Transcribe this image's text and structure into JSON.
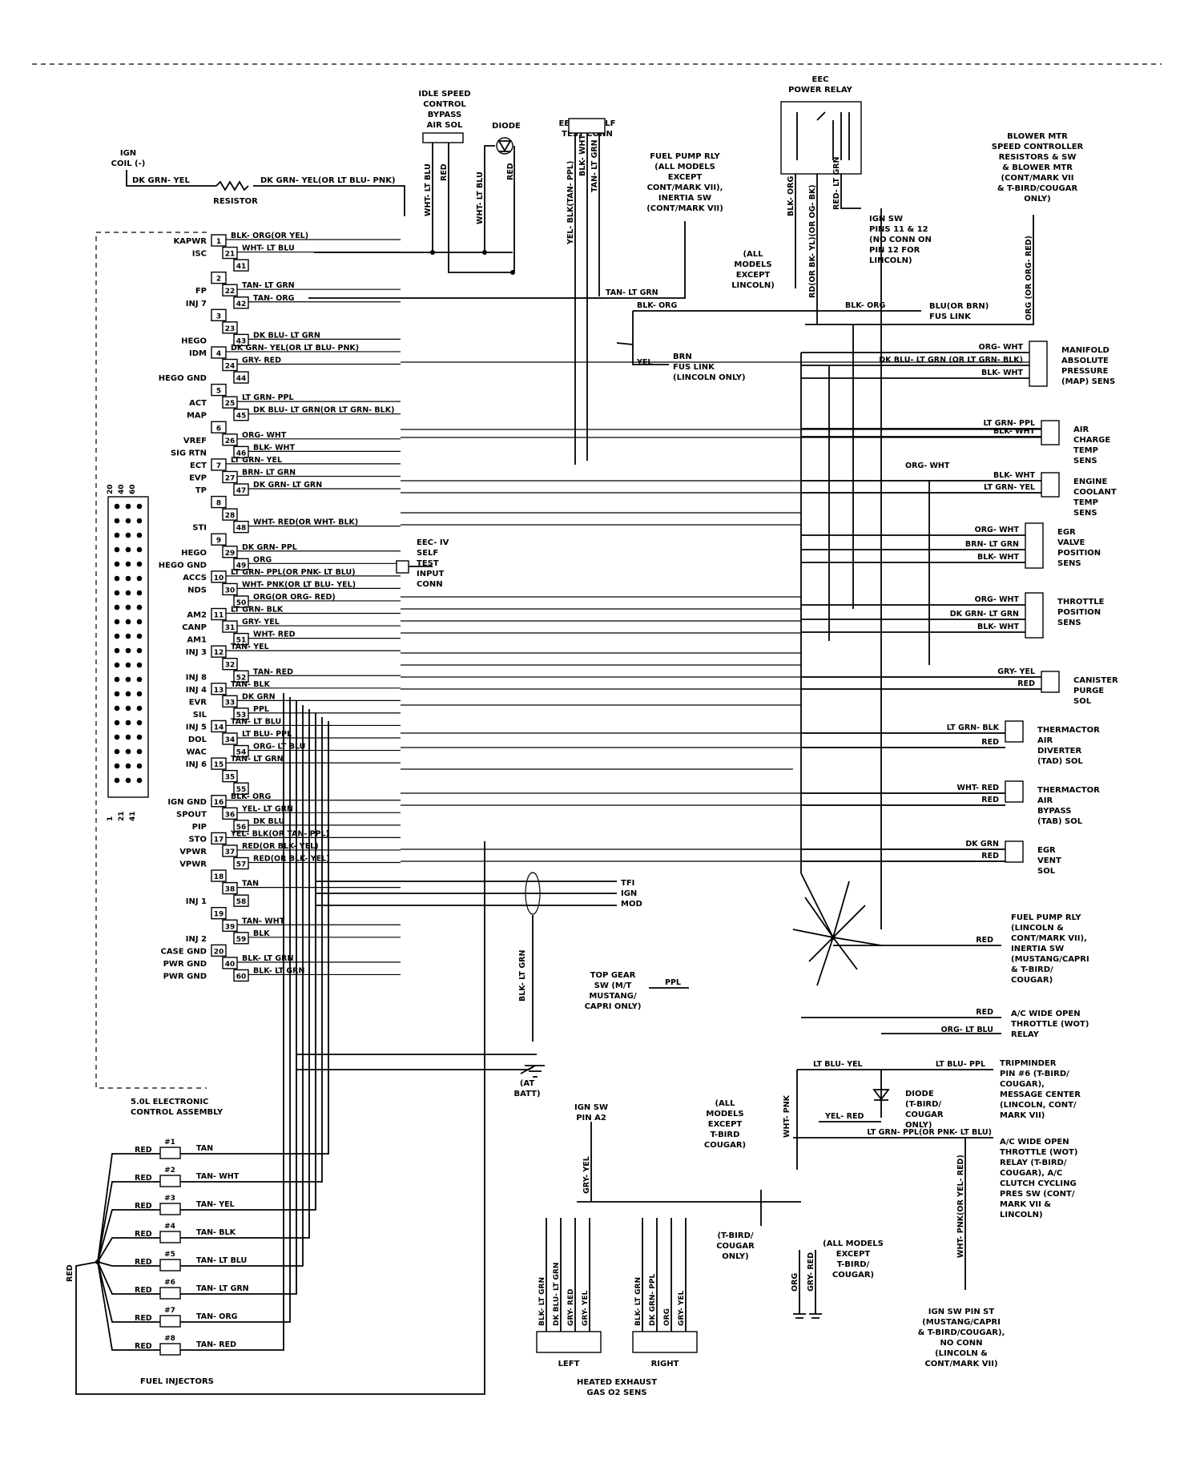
{
  "ecu": {
    "title": [
      "5.0L ELECTRONIC",
      "CONTROL ASSEMBLY"
    ],
    "pins": [
      {
        "label": "KAPWR",
        "pin": "1",
        "wire": "BLK- ORG(OR YEL)"
      },
      {
        "label": "ISC",
        "pin": "21",
        "wire": "WHT- LT BLU"
      },
      {
        "label": "",
        "pin": "41",
        "wire": ""
      },
      {
        "label": "",
        "pin": "2",
        "wire": ""
      },
      {
        "label": "FP",
        "pin": "22",
        "wire": "TAN- LT GRN"
      },
      {
        "label": "INJ 7",
        "pin": "42",
        "wire": "TAN- ORG"
      },
      {
        "label": "",
        "pin": "3",
        "wire": ""
      },
      {
        "label": "",
        "pin": "23",
        "wire": ""
      },
      {
        "label": "HEGO",
        "pin": "43",
        "wire": "DK BLU- LT GRN"
      },
      {
        "label": "IDM",
        "pin": "4",
        "wire": "DK GRN- YEL(OR LT BLU- PNK)"
      },
      {
        "label": "",
        "pin": "24",
        "wire": "GRY- RED"
      },
      {
        "label": "HEGO GND",
        "pin": "44",
        "wire": ""
      },
      {
        "label": "",
        "pin": "5",
        "wire": ""
      },
      {
        "label": "ACT",
        "pin": "25",
        "wire": "LT GRN- PPL"
      },
      {
        "label": "MAP",
        "pin": "45",
        "wire": "DK BLU- LT GRN(OR LT GRN- BLK)"
      },
      {
        "label": "",
        "pin": "6",
        "wire": ""
      },
      {
        "label": "VREF",
        "pin": "26",
        "wire": "ORG- WHT"
      },
      {
        "label": "SIG RTN",
        "pin": "46",
        "wire": "BLK- WHT"
      },
      {
        "label": "ECT",
        "pin": "7",
        "wire": "LT GRN- YEL"
      },
      {
        "label": "EVP",
        "pin": "27",
        "wire": "BRN- LT GRN"
      },
      {
        "label": "TP",
        "pin": "47",
        "wire": "DK GRN- LT GRN"
      },
      {
        "label": "",
        "pin": "8",
        "wire": ""
      },
      {
        "label": "",
        "pin": "28",
        "wire": ""
      },
      {
        "label": "STI",
        "pin": "48",
        "wire": "WHT- RED(OR WHT- BLK)"
      },
      {
        "label": "",
        "pin": "9",
        "wire": ""
      },
      {
        "label": "HEGO",
        "pin": "29",
        "wire": "DK GRN- PPL"
      },
      {
        "label": "HEGO GND",
        "pin": "49",
        "wire": "ORG"
      },
      {
        "label": "ACCS",
        "pin": "10",
        "wire": "LT GRN- PPL(OR PNK- LT BLU)"
      },
      {
        "label": "NDS",
        "pin": "30",
        "wire": "WHT- PNK(OR LT BLU- YEL)"
      },
      {
        "label": "",
        "pin": "50",
        "wire": "ORG(OR ORG- RED)"
      },
      {
        "label": "AM2",
        "pin": "11",
        "wire": "LT GRN- BLK"
      },
      {
        "label": "CANP",
        "pin": "31",
        "wire": "GRY- YEL"
      },
      {
        "label": "AM1",
        "pin": "51",
        "wire": "WHT- RED"
      },
      {
        "label": "INJ 3",
        "pin": "12",
        "wire": "TAN- YEL"
      },
      {
        "label": "",
        "pin": "32",
        "wire": ""
      },
      {
        "label": "INJ 8",
        "pin": "52",
        "wire": "TAN- RED"
      },
      {
        "label": "INJ 4",
        "pin": "13",
        "wire": "TAN- BLK"
      },
      {
        "label": "EVR",
        "pin": "33",
        "wire": "DK GRN"
      },
      {
        "label": "SIL",
        "pin": "53",
        "wire": "PPL"
      },
      {
        "label": "INJ 5",
        "pin": "14",
        "wire": "TAN- LT BLU"
      },
      {
        "label": "DOL",
        "pin": "34",
        "wire": "LT BLU- PPL"
      },
      {
        "label": "WAC",
        "pin": "54",
        "wire": "ORG- LT BLU"
      },
      {
        "label": "INJ 6",
        "pin": "15",
        "wire": "TAN- LT GRN"
      },
      {
        "label": "",
        "pin": "35",
        "wire": ""
      },
      {
        "label": "",
        "pin": "55",
        "wire": ""
      },
      {
        "label": "IGN GND",
        "pin": "16",
        "wire": "BLK- ORG"
      },
      {
        "label": "SPOUT",
        "pin": "36",
        "wire": "YEL- LT GRN"
      },
      {
        "label": "PIP",
        "pin": "56",
        "wire": "DK BLU"
      },
      {
        "label": "STO",
        "pin": "17",
        "wire": "YEL- BLK(OR TAN- PPL)"
      },
      {
        "label": "VPWR",
        "pin": "37",
        "wire": "RED(OR BLK- YEL)"
      },
      {
        "label": "VPWR",
        "pin": "57",
        "wire": "RED(OR BLK- YEL)"
      },
      {
        "label": "",
        "pin": "18",
        "wire": ""
      },
      {
        "label": "",
        "pin": "38",
        "wire": "TAN"
      },
      {
        "label": "INJ 1",
        "pin": "58",
        "wire": ""
      },
      {
        "label": "",
        "pin": "19",
        "wire": ""
      },
      {
        "label": "",
        "pin": "39",
        "wire": "TAN- WHT"
      },
      {
        "label": "INJ 2",
        "pin": "59",
        "wire": "BLK"
      },
      {
        "label": "CASE GND",
        "pin": "20",
        "wire": ""
      },
      {
        "label": "PWR GND",
        "pin": "40",
        "wire": "BLK- LT GRN"
      },
      {
        "label": "PWR GND",
        "pin": "60",
        "wire": "BLK- LT GRN"
      }
    ],
    "connector_numbers": [
      "20",
      "40",
      "60",
      "1",
      "21",
      "41"
    ]
  },
  "top": {
    "ign_coil": [
      "IGN",
      "COIL (-)"
    ],
    "coil_wire": "DK GRN- YEL",
    "resistor_wire": "DK GRN- YEL(OR LT BLU- PNK)",
    "resistor": "RESISTOR",
    "isc_sol": [
      "IDLE SPEED",
      "CONTROL",
      "BYPASS",
      "AIR SOL"
    ],
    "isc_wires": [
      "WHT- LT BLU",
      "RED"
    ],
    "diode": "DIODE",
    "diode_wires": [
      "WHT- LT BLU",
      "RED"
    ],
    "self_test": [
      "EEC- IV SELF",
      "TEST CONN"
    ],
    "self_test_wires": [
      "YEL- BLK(TAN- PPL)",
      "BLK- WHT",
      "TAN- LT GRN"
    ],
    "fuel_pump_rly": [
      "FUEL PUMP RLY",
      "(ALL MODELS",
      "EXCEPT",
      "CONT/MARK VII),",
      "INERTIA SW",
      "(CONT/MARK VII)"
    ],
    "eec_relay": [
      "EEC",
      "POWER RELAY"
    ],
    "eec_relay_wires": [
      "BLK- ORG",
      "RD(OR BK- YL)(OR OG- BK)",
      "RED- LT GRN"
    ],
    "ign_sw_11_12": [
      "IGN SW",
      "PINS 11 & 12",
      "(NO CONN ON",
      "PIN 12 FOR",
      "LINCOLN)"
    ],
    "all_models_exc_lincoln": [
      "(ALL",
      "MODELS",
      "EXCEPT",
      "LINCOLN)"
    ],
    "blower": [
      "BLOWER MTR",
      "SPEED CONTROLLER",
      "RESISTORS & SW",
      "& BLOWER MTR",
      "(CONT/MARK VII",
      "& T-BIRD/COUGAR",
      "ONLY)"
    ],
    "blower_wire": "ORG (OR ORG- RED)",
    "fp_wire": "TAN- LT GRN",
    "blk_org": "BLK- ORG",
    "blk_org2": "BLK- ORG",
    "fus_link": [
      "BLU(OR BRN)",
      "FUS LINK"
    ],
    "yel": "YEL",
    "brn_fus": [
      "BRN",
      "FUS LINK",
      "(LINCOLN ONLY)"
    ]
  },
  "right": {
    "map": {
      "label": [
        "MANIFOLD",
        "ABSOLUTE",
        "PRESSURE",
        "(MAP) SENS"
      ],
      "wires": [
        "ORG- WHT",
        "DK BLU- LT GRN (OR LT GRN- BLK)",
        "BLK- WHT"
      ]
    },
    "act": {
      "label": [
        "AIR",
        "CHARGE",
        "TEMP",
        "SENS"
      ],
      "wires": [
        "LT GRN- PPL",
        "BLK- WHT"
      ]
    },
    "ect": {
      "label": [
        "ENGINE",
        "COOLANT",
        "TEMP",
        "SENS"
      ],
      "wires": [
        "BLK- WHT",
        "LT GRN- YEL"
      ],
      "orgwht": "ORG- WHT"
    },
    "egr": {
      "label": [
        "EGR",
        "VALVE",
        "POSITION",
        "SENS"
      ],
      "wires": [
        "ORG- WHT",
        "BRN- LT GRN",
        "BLK- WHT"
      ]
    },
    "tps": {
      "label": [
        "THROTTLE",
        "POSITION",
        "SENS"
      ],
      "wires": [
        "ORG- WHT",
        "DK GRN- LT GRN",
        "BLK- WHT"
      ]
    },
    "canp": {
      "label": [
        "CANISTER",
        "PURGE",
        "SOL"
      ],
      "wires": [
        "GRY- YEL",
        "RED"
      ]
    },
    "tad": {
      "label": [
        "THERMACTOR",
        "AIR",
        "DIVERTER",
        "(TAD) SOL"
      ],
      "wires": [
        "LT GRN- BLK",
        "RED"
      ]
    },
    "tab": {
      "label": [
        "THERMACTOR",
        "AIR",
        "BYPASS",
        "(TAB) SOL"
      ],
      "wires": [
        "WHT- RED",
        "RED"
      ]
    },
    "evr": {
      "label": [
        "EGR",
        "VENT",
        "SOL"
      ],
      "wires": [
        "DK GRN",
        "RED"
      ]
    },
    "fprly2": {
      "label": [
        "FUEL PUMP RLY",
        "(LINCOLN &",
        "CONT/MARK VII),",
        "INERTIA SW",
        "(MUSTANG/CAPRI",
        "& T-BIRD/",
        "COUGAR)"
      ],
      "wire": "RED"
    },
    "wot": {
      "label": [
        "A/C WIDE OPEN",
        "THROTTLE (WOT)",
        "RELAY"
      ],
      "wires": [
        "RED",
        "ORG- LT BLU"
      ]
    },
    "trip": {
      "label": [
        "TRIPMINDER",
        "PIN #6 (T-BIRD/",
        "COUGAR),",
        "MESSAGE CENTER",
        "(LINCOLN, CONT/",
        "MARK VII)"
      ],
      "wire": "LT BLU- PPL"
    },
    "wot2": {
      "label": [
        "A/C WIDE OPEN",
        "THROTTLE (WOT)",
        "RELAY (T-BIRD/",
        "COUGAR), A/C",
        "CLUTCH CYCLING",
        "PRES SW (CONT/",
        "MARK VII &",
        "LINCOLN)"
      ],
      "wire": "LT GRN- PPL(OR PNK- LT BLU)"
    },
    "ignst": {
      "label": [
        "IGN SW PIN ST",
        "(MUSTANG/CAPRI",
        "& T-BIRD/COUGAR),",
        "NO CONN",
        "(LINCOLN &",
        "CONT/MARK VII)"
      ],
      "wire": "WHT- PNK(OR YEL- RED)"
    }
  },
  "mid": {
    "sti_conn": [
      "EEC- IV",
      "SELF",
      "TEST",
      "INPUT",
      "CONN"
    ],
    "tfi": [
      "TFI",
      "IGN",
      "MOD"
    ],
    "blk_lt_grn": "BLK- LT GRN",
    "at_batt": [
      "(AT",
      "BATT)"
    ],
    "top_gear": [
      "TOP GEAR",
      "SW (M/T",
      "MUSTANG/",
      "CAPRI ONLY)"
    ],
    "ppl": "PPL",
    "lt_blu_yel": "LT BLU- YEL",
    "diode_tb": [
      "DIODE",
      "(T-BIRD/",
      "COUGAR",
      "ONLY)"
    ],
    "yel_red": "YEL- RED",
    "wht_pnk": "WHT- PNK",
    "all_exc_tbird": [
      "(ALL",
      "MODELS",
      "EXCEPT",
      "T-BIRD",
      "COUGAR)"
    ],
    "ign_sw_a2": [
      "IGN SW",
      "PIN A2"
    ],
    "gry_yel": "GRY- YEL",
    "tbird_only": [
      "(T-BIRD/",
      "COUGAR",
      "ONLY)"
    ],
    "all_exc_tbird2": [
      "(ALL MODELS",
      "EXCEPT",
      "T-BIRD/",
      "COUGAR)"
    ],
    "org": "ORG",
    "gry_red": "GRY- RED",
    "hego_left_wires": [
      "BLK- LT GRN",
      "DK BLU- LT GRN",
      "GRY- RED",
      "GRY- YEL"
    ],
    "hego_right_wires": [
      "BLK- LT GRN",
      "DK GRN- PPL",
      "ORG",
      "GRY- YEL"
    ],
    "left": "LEFT",
    "right": "RIGHT",
    "hego_title": [
      "HEATED EXHAUST",
      "GAS O2 SENS"
    ]
  },
  "injectors": {
    "title": "FUEL INJECTORS",
    "red": "RED",
    "items": [
      {
        "num": "#1",
        "wire": "TAN"
      },
      {
        "num": "#2",
        "wire": "TAN- WHT"
      },
      {
        "num": "#3",
        "wire": "TAN- YEL"
      },
      {
        "num": "#4",
        "wire": "TAN- BLK"
      },
      {
        "num": "#5",
        "wire": "TAN- LT BLU"
      },
      {
        "num": "#6",
        "wire": "TAN- LT GRN"
      },
      {
        "num": "#7",
        "wire": "TAN- ORG"
      },
      {
        "num": "#8",
        "wire": "TAN- RED"
      }
    ]
  }
}
